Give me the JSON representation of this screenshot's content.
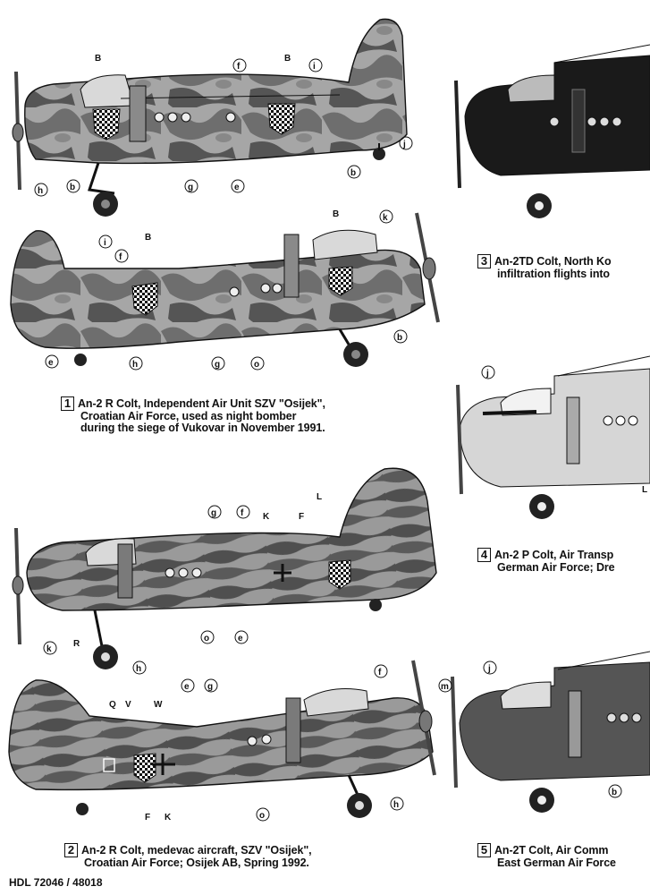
{
  "captions": {
    "c1": {
      "number": "1",
      "line1": "An-2 R Colt, Independent Air Unit SZV \"Osijek\",",
      "line2": "Croatian Air Force, used as night bomber",
      "line3": "during the siege of Vukovar in November 1991."
    },
    "c2": {
      "number": "2",
      "line1": "An-2 R Colt, medevac aircraft, SZV \"Osijek\",",
      "line2": "Croatian Air Force; Osijek AB, Spring 1992."
    },
    "c3": {
      "number": "3",
      "line1": "An-2TD Colt, North Ko",
      "line2": "infiltration flights into"
    },
    "c4": {
      "number": "4",
      "line1": "An-2 P Colt, Air Transp",
      "line2": "German Air Force; Dre"
    },
    "c5": {
      "number": "5",
      "line1": "An-2T Colt, Air Comm",
      "line2": "East German Air Force"
    }
  },
  "footer": "HDL 72046 / 48018",
  "callouts": {
    "plane1": [
      "B",
      "f",
      "B",
      "i",
      "j",
      "b",
      "h",
      "b",
      "g",
      "e"
    ],
    "plane2": [
      "i",
      "f",
      "B",
      "B",
      "k",
      "e",
      "h",
      "g",
      "o",
      "b"
    ],
    "plane3": [
      "g",
      "f",
      "K",
      "F",
      "L",
      "k",
      "R",
      "h",
      "o",
      "e"
    ],
    "plane4": [
      "Q",
      "V",
      "W",
      "e",
      "g",
      "f",
      "F",
      "K",
      "o",
      "h"
    ],
    "plane5": [
      "j"
    ],
    "plane6": [
      "m",
      "j",
      "b"
    ],
    "plane7": [
      "L"
    ]
  },
  "colors": {
    "camo_light": "#a9a9a9",
    "camo_mid": "#7b7b7b",
    "camo_dark": "#4a4a4a",
    "black": "#1a1a1a"
  }
}
